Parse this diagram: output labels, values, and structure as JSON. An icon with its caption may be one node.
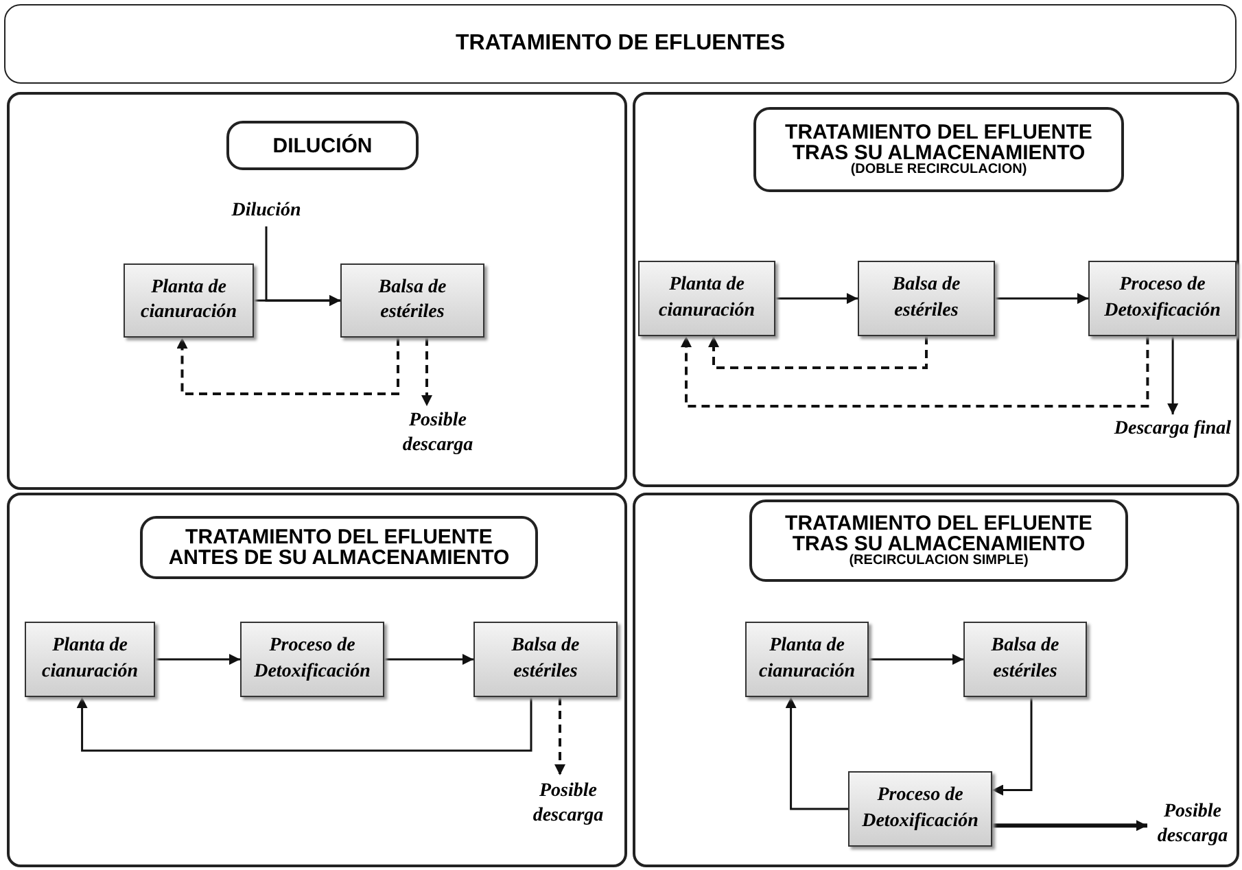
{
  "diagram": {
    "title": "TRATAMIENTO DE EFLUENTES",
    "nodes": [
      {
        "text": [
          "DILUCIÓN"
        ]
      },
      {
        "text": [
          "Dilución"
        ],
        "in": 0
      },
      {
        "text": [
          "Planta de cianuración"
        ],
        "in": 0
      },
      {
        "text": [
          "Balsa de estériles"
        ],
        "in": 0
      },
      {
        "text": [
          "Posible descarga"
        ],
        "in": 0
      },
      {
        "text": [
          "TRATAMIENTO DEL EFLUENTE TRAS SU ALMACENAMIENTO",
          "(DOBLE RECIRCULACION)"
        ]
      },
      {
        "text": [
          "Planta de cianuración"
        ],
        "in": 5
      },
      {
        "text": [
          "Balsa de estériles"
        ],
        "in": 5
      },
      {
        "text": [
          "Proceso de Detoxificación"
        ],
        "in": 5
      },
      {
        "text": [
          "Descarga final"
        ],
        "in": 5
      },
      {
        "text": [
          "TRATAMIENTO DEL EFLUENTE ANTES DE SU ALMACENAMIENTO"
        ]
      },
      {
        "text": [
          "Planta de cianuración"
        ],
        "in": 10
      },
      {
        "text": [
          "Proceso de Detoxificación"
        ],
        "in": 10
      },
      {
        "text": [
          "Balsa de estériles"
        ],
        "in": 10
      },
      {
        "text": [
          "Posible descarga"
        ],
        "in": 10
      },
      {
        "text": [
          "TRATAMIENTO DEL EFLUENTE TRAS SU ALMACENAMIENTO",
          "(RECIRCULACION SIMPLE)"
        ]
      },
      {
        "text": [
          "Planta de cianuración"
        ],
        "in": 15
      },
      {
        "text": [
          "Balsa de estériles"
        ],
        "in": 15
      },
      {
        "text": [
          "Proceso de Detoxificación"
        ],
        "in": 15
      },
      {
        "text": [
          "Posible descarga"
        ],
        "in": 15
      }
    ],
    "edges": [
      {
        "from": 1,
        "to": 3,
        "arrow": "to"
      },
      {
        "from": 2,
        "to": 3,
        "arrow": "to"
      },
      {
        "from": 3,
        "to": 2,
        "arrow": "to",
        "style": "dashed"
      },
      {
        "from": 3,
        "to": 4,
        "arrow": "to",
        "style": "dashed"
      },
      {
        "from": 6,
        "to": 7,
        "arrow": "to"
      },
      {
        "from": 7,
        "to": 8,
        "arrow": "to"
      },
      {
        "from": 7,
        "to": 6,
        "arrow": "to",
        "style": "dashed"
      },
      {
        "from": 8,
        "to": 6,
        "arrow": "to",
        "style": "dashed"
      },
      {
        "from": 8,
        "to": 9,
        "arrow": "to"
      },
      {
        "from": 11,
        "to": 12,
        "arrow": "to"
      },
      {
        "from": 12,
        "to": 13,
        "arrow": "to"
      },
      {
        "from": 13,
        "to": 11,
        "arrow": "to"
      },
      {
        "from": 13,
        "to": 14,
        "arrow": "to",
        "style": "dashed"
      },
      {
        "from": 16,
        "to": 17,
        "arrow": "to"
      },
      {
        "from": 17,
        "to": 18,
        "arrow": "to"
      },
      {
        "from": 18,
        "to": 16,
        "arrow": "to"
      },
      {
        "from": 18,
        "to": 19,
        "arrow": "to",
        "style": "thick"
      }
    ]
  }
}
